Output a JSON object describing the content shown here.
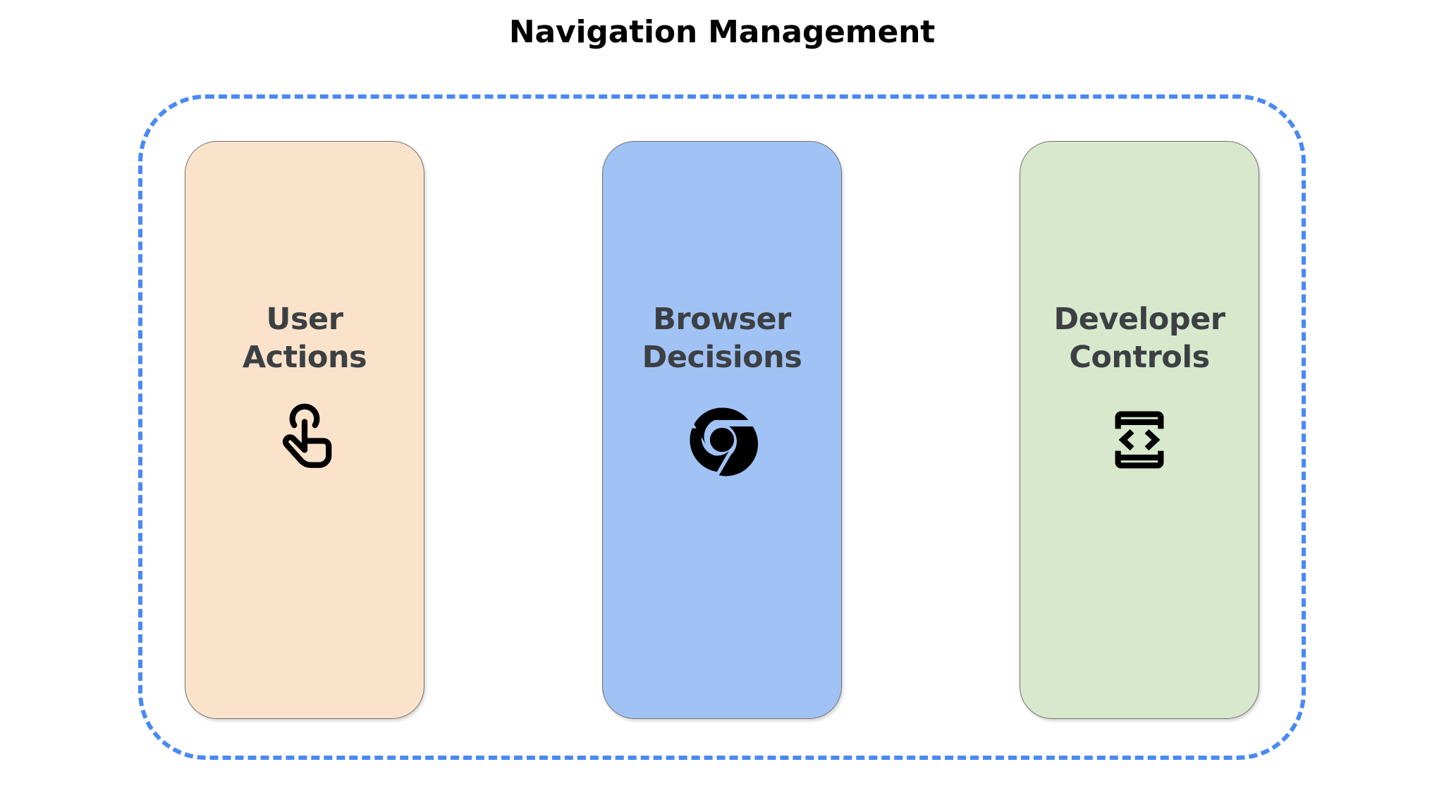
{
  "page": {
    "title": "Navigation Management",
    "background_color": "#ffffff"
  },
  "group": {
    "border_style": "dashed",
    "border_color": "#4a89f3"
  },
  "cards": [
    {
      "label": "User\nActions",
      "label_line1": "User",
      "label_line2": "Actions",
      "icon": "touch-app-icon",
      "fill_color": "#fbe3cb",
      "border_color": "#70706c",
      "text_color": "#3c4043"
    },
    {
      "label": "Browser\nDecisions",
      "label_line1": "Browser",
      "label_line2": "Decisions",
      "icon": "chrome-logo-icon",
      "fill_color": "#a1c2f5",
      "border_color": "#70706c",
      "text_color": "#3c4043"
    },
    {
      "label": "Developer\nControls",
      "label_line1": "Developer",
      "label_line2": "Controls",
      "icon": "developer-mode-icon",
      "fill_color": "#d7e8cd",
      "border_color": "#70706c",
      "text_color": "#3c4043"
    }
  ]
}
